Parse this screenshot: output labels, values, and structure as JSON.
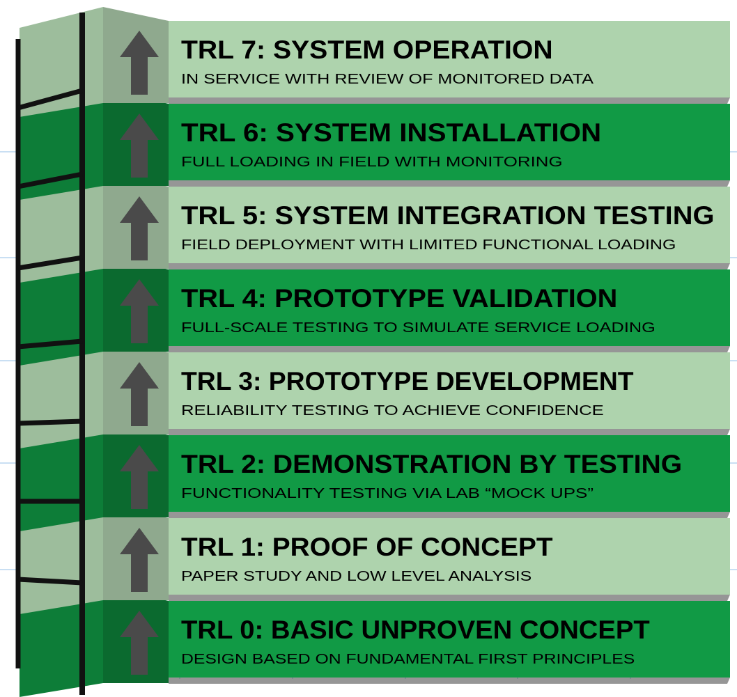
{
  "colors": {
    "light_face": "#aed3ad",
    "dark_face": "#119a45",
    "light_side": "#9dbd9c",
    "dark_side": "#0d7d38",
    "light_ledge": "#8fa98e",
    "dark_ledge": "#0b6a2f",
    "shadow": "#3f3f3f",
    "arrow": "#4a4a4a",
    "ladder": "#111111",
    "text": "#000000",
    "grid": "#c9dff3"
  },
  "levels": [
    {
      "title": "TRL 7: SYSTEM OPERATION",
      "subtitle": "IN SERVICE WITH REVIEW OF MONITORED DATA",
      "tone": "light"
    },
    {
      "title": "TRL 6: SYSTEM INSTALLATION",
      "subtitle": "FULL LOADING IN FIELD WITH MONITORING",
      "tone": "dark"
    },
    {
      "title": "TRL 5: SYSTEM INTEGRATION TESTING",
      "subtitle": "FIELD DEPLOYMENT WITH LIMITED FUNCTIONAL LOADING",
      "tone": "light"
    },
    {
      "title": "TRL 4: PROTOTYPE VALIDATION",
      "subtitle": "FULL-SCALE TESTING TO SIMULATE SERVICE LOADING",
      "tone": "dark"
    },
    {
      "title": "TRL 3: PROTOTYPE DEVELOPMENT",
      "subtitle": "RELIABILITY TESTING TO ACHIEVE CONFIDENCE",
      "tone": "light"
    },
    {
      "title": "TRL 2: DEMONSTRATION BY TESTING",
      "subtitle": "FUNCTIONALITY TESTING VIA LAB “MOCK UPS”",
      "tone": "dark"
    },
    {
      "title": "TRL 1: PROOF OF CONCEPT",
      "subtitle": "PAPER STUDY AND LOW LEVEL ANALYSIS",
      "tone": "light"
    },
    {
      "title": "TRL 0: BASIC UNPROVEN CONCEPT",
      "subtitle": "DESIGN BASED ON FUNDAMENTAL FIRST PRINCIPLES",
      "tone": "dark"
    }
  ]
}
